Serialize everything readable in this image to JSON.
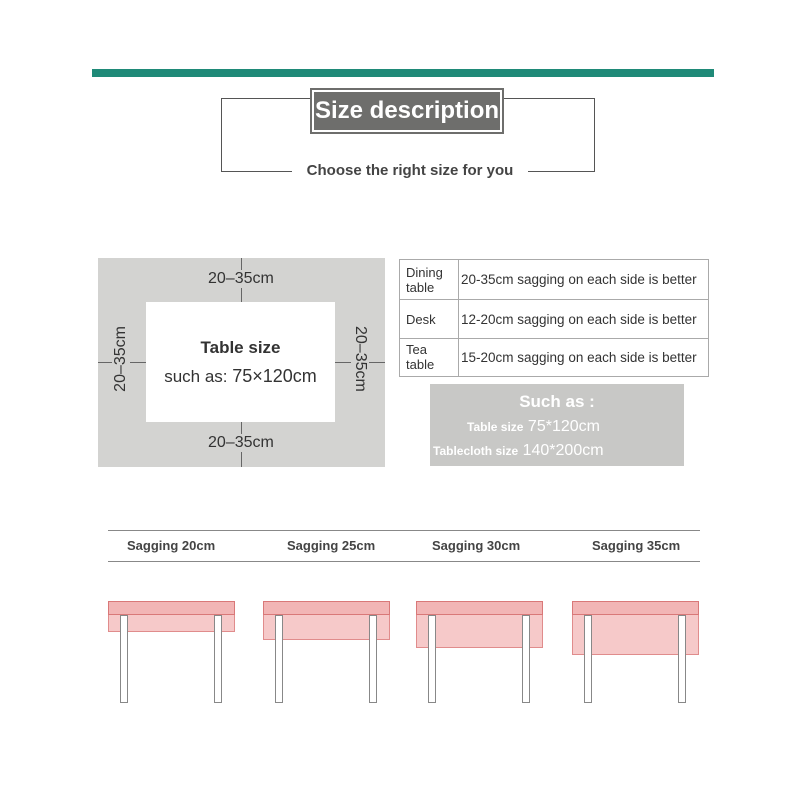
{
  "header": {
    "title": "Size description",
    "subtitle": "Choose the right size for you"
  },
  "diagram": {
    "dim_top": "20–35cm",
    "dim_bottom": "20–35cm",
    "dim_left": "20–35cm",
    "dim_right": "20–35cm",
    "table_size_label": "Table size",
    "such_as_prefix": "such as:",
    "such_as_value": "75×120cm"
  },
  "size_table": {
    "rows": [
      {
        "type": "Dining table",
        "desc": "20-35cm sagging on each side is better"
      },
      {
        "type": "Desk",
        "desc": "12-20cm sagging on each side is better"
      },
      {
        "type": "Tea table",
        "desc": "15-20cm sagging on each side is better"
      }
    ]
  },
  "example": {
    "title": "Such as :",
    "table_label": "Table size",
    "table_value": "75*120cm",
    "cloth_label": "Tablecloth size",
    "cloth_value": "140*200cm"
  },
  "sagging": {
    "labels": [
      "Sagging 20cm",
      "Sagging 25cm",
      "Sagging 30cm",
      "Sagging 35cm"
    ],
    "depths_cm": [
      20,
      25,
      30,
      35
    ]
  },
  "colors": {
    "accent_bar": "#1f8a78",
    "title_bg": "#6e6e6c",
    "diagram_bg": "#d3d3d1",
    "cloth": "#f6c9c9"
  }
}
